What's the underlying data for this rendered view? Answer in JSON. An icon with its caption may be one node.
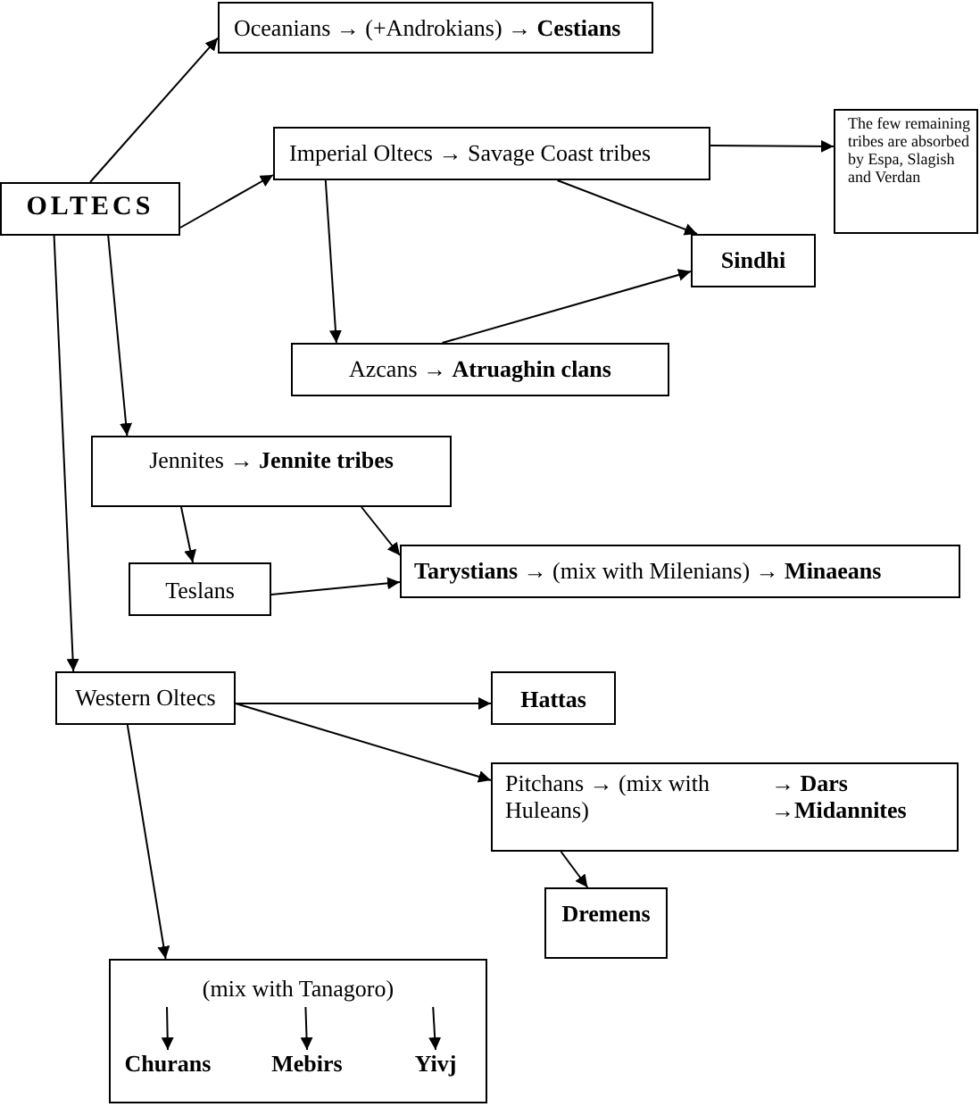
{
  "diagram": {
    "nodes": [
      {
        "text": [
          "OLTECS"
        ]
      },
      {
        "text": [
          "Oceanians → (+Androkians) → **Cestians**"
        ]
      },
      {
        "text": [
          "Imperial Oltecs → Savage Coast tribes"
        ]
      },
      {
        "text": [
          "The few remaining tribes are absorbed by Espa, Slagish and Verdan"
        ]
      },
      {
        "text": [
          "Sindhi"
        ]
      },
      {
        "text": [
          "Azcans → **Atruaghin clans**"
        ]
      },
      {
        "text": [
          "Jennites → **Jennite tribes**"
        ]
      },
      {
        "text": [
          "Teslans"
        ]
      },
      {
        "text": [
          "**Tarystians** → (mix with Milenians) → **Minaeans**"
        ]
      },
      {
        "text": [
          "Western Oltecs"
        ]
      },
      {
        "text": [
          "Hattas"
        ]
      },
      {
        "text": [
          "Pitchans → (mix with Huleans)",
          "→ **Dars**",
          "→**Midannites**"
        ]
      },
      {
        "text": [
          "Dremens"
        ]
      },
      {
        "text": [],
        "shape": "box"
      },
      {
        "text": [
          "(mix with Tanagoro)"
        ],
        "in": 13
      },
      {
        "text": [
          "Churans"
        ],
        "in": 13
      },
      {
        "text": [
          "Mebirs"
        ],
        "in": 13
      },
      {
        "text": [
          "Yivj"
        ],
        "in": 13
      }
    ],
    "edges": [
      {
        "from": 0,
        "to": 1,
        "arrow": "to"
      },
      {
        "from": 0,
        "to": 2,
        "arrow": "to"
      },
      {
        "from": 0,
        "to": 6,
        "arrow": "to"
      },
      {
        "from": 0,
        "to": 9,
        "arrow": "to"
      },
      {
        "from": 2,
        "to": 3,
        "arrow": "to"
      },
      {
        "from": 2,
        "to": 4,
        "arrow": "to"
      },
      {
        "from": 2,
        "to": 5,
        "arrow": "to"
      },
      {
        "from": 5,
        "to": 4,
        "arrow": "to"
      },
      {
        "from": 6,
        "to": 7,
        "arrow": "to"
      },
      {
        "from": 6,
        "to": 8,
        "arrow": "to"
      },
      {
        "from": 7,
        "to": 8,
        "arrow": "to"
      },
      {
        "from": 9,
        "to": 10,
        "arrow": "to"
      },
      {
        "from": 9,
        "to": 11,
        "arrow": "to"
      },
      {
        "from": 9,
        "to": 13,
        "arrow": "to"
      },
      {
        "from": 11,
        "to": 12,
        "arrow": "to"
      },
      {
        "from": 14,
        "to": 15,
        "arrow": "to"
      },
      {
        "from": 14,
        "to": 16,
        "arrow": "to"
      },
      {
        "from": 14,
        "to": 17,
        "arrow": "to"
      }
    ]
  }
}
